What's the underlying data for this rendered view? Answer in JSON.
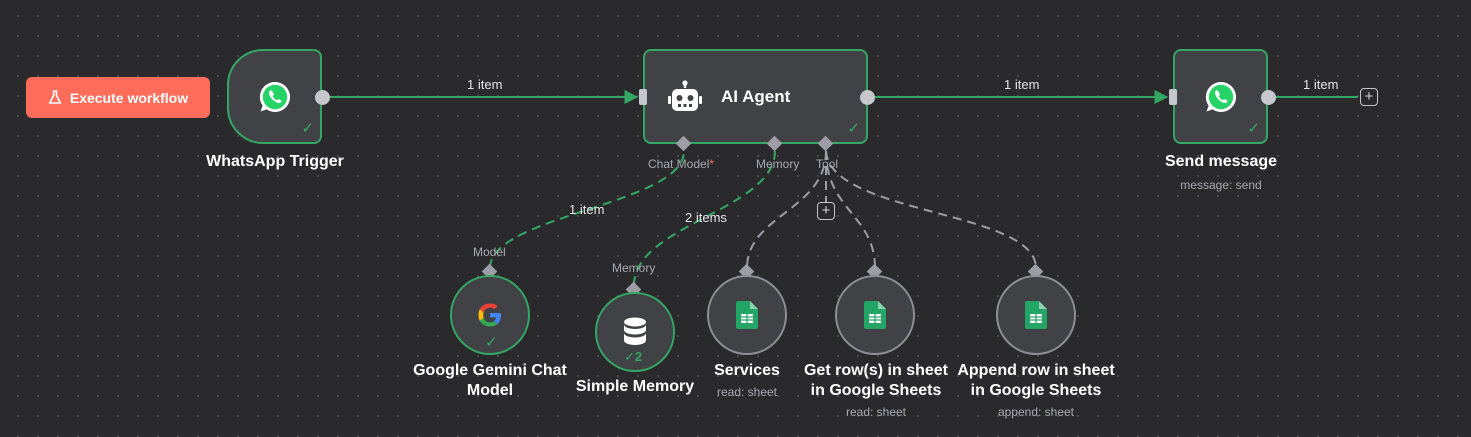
{
  "toolbar": {
    "execute_label": "Execute workflow"
  },
  "nodes": {
    "whatsapp_trigger": {
      "title": "WhatsApp Trigger",
      "icon": "whatsapp-icon",
      "status": "success"
    },
    "ai_agent": {
      "title": "AI Agent",
      "icon": "robot-icon",
      "status": "success",
      "ports": {
        "chat_model": "Chat Model",
        "required_mark": "*",
        "memory": "Memory",
        "tool": "Tool"
      }
    },
    "send_message": {
      "title": "Send message",
      "subtitle": "message: send",
      "icon": "whatsapp-icon",
      "status": "success"
    },
    "gemini": {
      "title_line1": "Google Gemini Chat",
      "title_line2": "Model",
      "port_label": "Model",
      "icon": "google-g-icon",
      "status": "success"
    },
    "memory": {
      "title": "Simple Memory",
      "port_label": "Memory",
      "icon": "database-icon",
      "status": "success",
      "run_count": "2"
    },
    "services": {
      "title": "Services",
      "subtitle": "read: sheet",
      "icon": "google-sheets-icon"
    },
    "get_rows": {
      "title_line1": "Get row(s) in sheet",
      "title_line2": "in Google Sheets",
      "subtitle": "read: sheet",
      "icon": "google-sheets-icon"
    },
    "append_row": {
      "title_line1": "Append row in sheet",
      "title_line2": "in Google Sheets",
      "subtitle": "append: sheet",
      "icon": "google-sheets-icon"
    }
  },
  "edges": {
    "trigger_to_agent": "1 item",
    "agent_to_send": "1 item",
    "send_out": "1 item",
    "gemini_to_agent": "1 item",
    "memory_to_agent": "2 items"
  },
  "colors": {
    "success": "#35a764",
    "accent": "#ff6d5a",
    "canvas": "#2a2a2c",
    "node": "#414245"
  }
}
